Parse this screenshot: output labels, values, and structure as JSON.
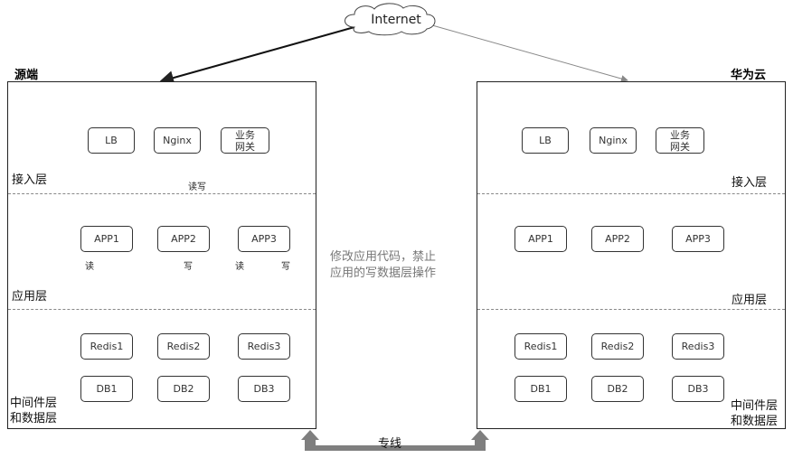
{
  "internet": "Internet",
  "left": {
    "title": "源端",
    "access_layer": "接入层",
    "app_layer": "应用层",
    "mid_layer_1": "中间件层",
    "mid_layer_2": "和数据层",
    "lb": "LB",
    "nginx": "Nginx",
    "gateway": "业务\n网关",
    "apps": [
      "APP1",
      "APP2",
      "APP3"
    ],
    "redis": [
      "Redis1",
      "Redis2",
      "Redis3"
    ],
    "dbs": [
      "DB1",
      "DB2",
      "DB3"
    ],
    "rw_label": "读写",
    "read_label": "读",
    "write_label": "写"
  },
  "right": {
    "title": "华为云",
    "access_layer": "接入层",
    "app_layer": "应用层",
    "mid_layer_1": "中间件层",
    "mid_layer_2": "和数据层",
    "lb": "LB",
    "nginx": "Nginx",
    "gateway": "业务\n网关",
    "apps": [
      "APP1",
      "APP2",
      "APP3"
    ],
    "redis": [
      "Redis1",
      "Redis2",
      "Redis3"
    ],
    "dbs": [
      "DB1",
      "DB2",
      "DB3"
    ]
  },
  "note": {
    "line1": "修改应用代码，禁止",
    "line2": "应用的写数据层操作"
  },
  "dedicated_line": "专线"
}
